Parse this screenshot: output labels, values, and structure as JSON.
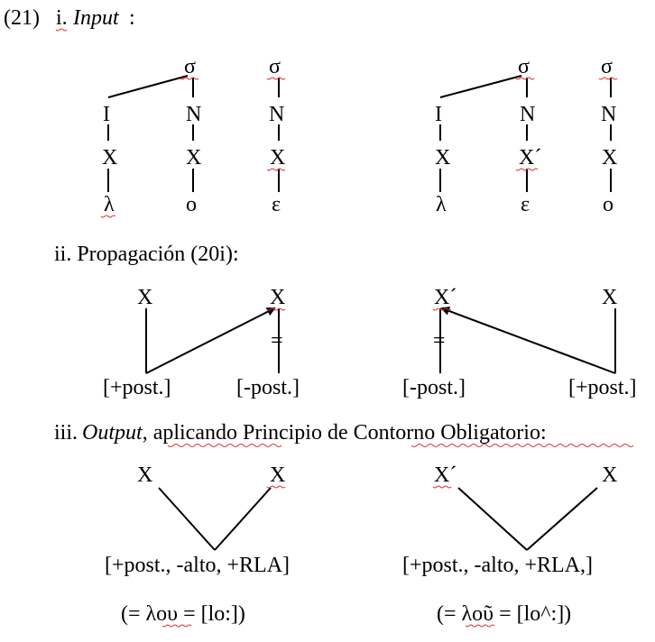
{
  "header": {
    "number": "(21)",
    "part_i_roman": "i.",
    "part_i_title": "Input",
    "part_i_colon": ":",
    "part_ii": "ii. Propagación (20i):",
    "part_iii_roman": "iii.",
    "part_iii_title": "Output",
    "part_iii_rest": ", aplicando Principio de Contorno Obligatorio:"
  },
  "input_left": {
    "sigma": [
      "σ",
      "σ"
    ],
    "tier_I": "I",
    "tier_N": [
      "N",
      "N"
    ],
    "x": [
      "X",
      "X",
      "X"
    ],
    "segments": [
      "λ",
      "o",
      "ε"
    ]
  },
  "input_right": {
    "sigma": [
      "σ",
      "σ"
    ],
    "tier_I": "I",
    "tier_N": [
      "N",
      "N"
    ],
    "x": [
      "X",
      "X´",
      "X"
    ],
    "segments": [
      "λ",
      "ε",
      "o"
    ]
  },
  "propagation_left": {
    "x": [
      "X",
      "X"
    ],
    "features": [
      "[+post.]",
      "[-post.]"
    ],
    "delink": "="
  },
  "propagation_right": {
    "x": [
      "X´",
      "X"
    ],
    "features": [
      "[-post.]",
      "[+post.]"
    ],
    "delink": "="
  },
  "output_left": {
    "x": [
      "X",
      "X"
    ],
    "features": "[+post., -alto, +RLA]",
    "gloss_prefix": "(= ",
    "gloss_word": "λου",
    "gloss_suffix": " = [lo:])"
  },
  "output_right": {
    "x": [
      "X´",
      "X"
    ],
    "features": "[+post., -alto, +RLA,]",
    "gloss_prefix": "(= ",
    "gloss_word": "λοῦ",
    "gloss_suffix": " = [lo^:])"
  }
}
